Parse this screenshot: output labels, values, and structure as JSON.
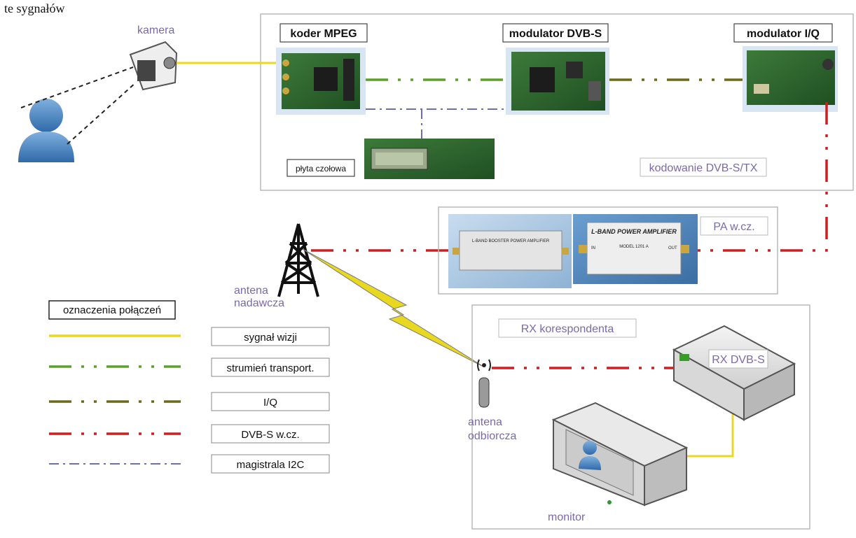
{
  "header": {
    "partial_title": "te sygnałów"
  },
  "person": {
    "label": "kamera"
  },
  "encoder_section": {
    "koder_label": "koder MPEG",
    "modulator_dvbs_label": "modulator DVB-S",
    "modulator_iq_label": "modulator I/Q",
    "front_panel_label": "płyta czołowa",
    "section_label": "kodowanie DVB-S/TX"
  },
  "pa_section": {
    "label": "PA w.cz.",
    "amp1_text": "L-BAND BOOSTER POWER AMPLIFIER",
    "amp2_title": "L-BAND POWER AMPLIFIER",
    "amp2_model": "MODEL 1201 A",
    "amp2_in": "IN",
    "amp2_out": "OUT"
  },
  "tx_antenna": {
    "label_line1": "antena",
    "label_line2": "nadawcza"
  },
  "rx_section": {
    "label": "RX korespondenta",
    "receiver_label": "RX DVB-S",
    "antenna_line1": "antena",
    "antenna_line2": "odbiorcza",
    "monitor_label": "monitor"
  },
  "legend": {
    "title": "oznaczenia połączeń",
    "items": [
      {
        "label": "sygnał wizji",
        "color": "#e8d820",
        "style": "solid"
      },
      {
        "label": "strumień transport.",
        "color": "#5aa02a",
        "style": "dash-dot-dot"
      },
      {
        "label": "I/Q",
        "color": "#6b6a18",
        "style": "dash-dot-dot"
      },
      {
        "label": "DVB-S w.cz.",
        "color": "#cc1f1f",
        "style": "dash-dot-dot"
      },
      {
        "label": "magistrala I2C",
        "color": "#6a6fb0",
        "style": "dash-dot"
      }
    ]
  },
  "colors": {
    "video": "#e8d820",
    "transport": "#5aa02a",
    "iq": "#6b6a18",
    "rf": "#cc1f1f",
    "i2c": "#6a6fb0",
    "label_purple": "#7a6aa8",
    "box_border": "#b8b8b8"
  }
}
